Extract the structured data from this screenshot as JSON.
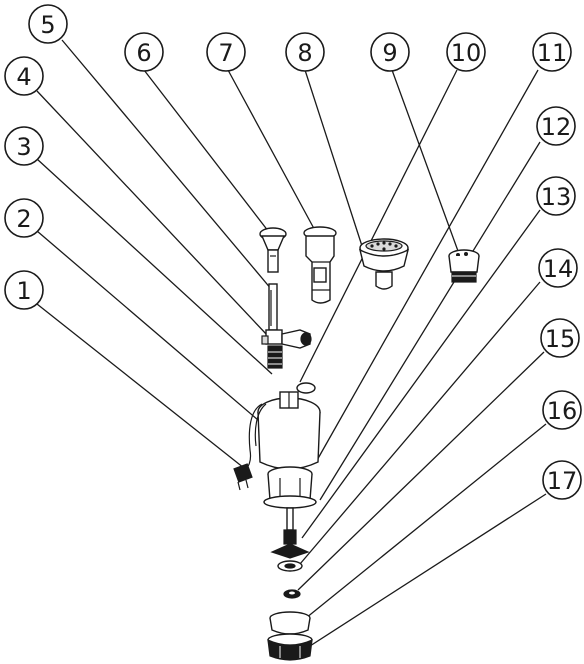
{
  "callouts": [
    {
      "id": 1,
      "label": "1"
    },
    {
      "id": 2,
      "label": "2"
    },
    {
      "id": 3,
      "label": "3"
    },
    {
      "id": 4,
      "label": "4"
    },
    {
      "id": 5,
      "label": "5"
    },
    {
      "id": 6,
      "label": "6"
    },
    {
      "id": 7,
      "label": "7"
    },
    {
      "id": 8,
      "label": "8"
    },
    {
      "id": 9,
      "label": "9"
    },
    {
      "id": 10,
      "label": "10"
    },
    {
      "id": 11,
      "label": "11"
    },
    {
      "id": 12,
      "label": "12"
    },
    {
      "id": 13,
      "label": "13"
    },
    {
      "id": 14,
      "label": "14"
    },
    {
      "id": 15,
      "label": "15"
    },
    {
      "id": 16,
      "label": "16"
    },
    {
      "id": 17,
      "label": "17"
    }
  ]
}
